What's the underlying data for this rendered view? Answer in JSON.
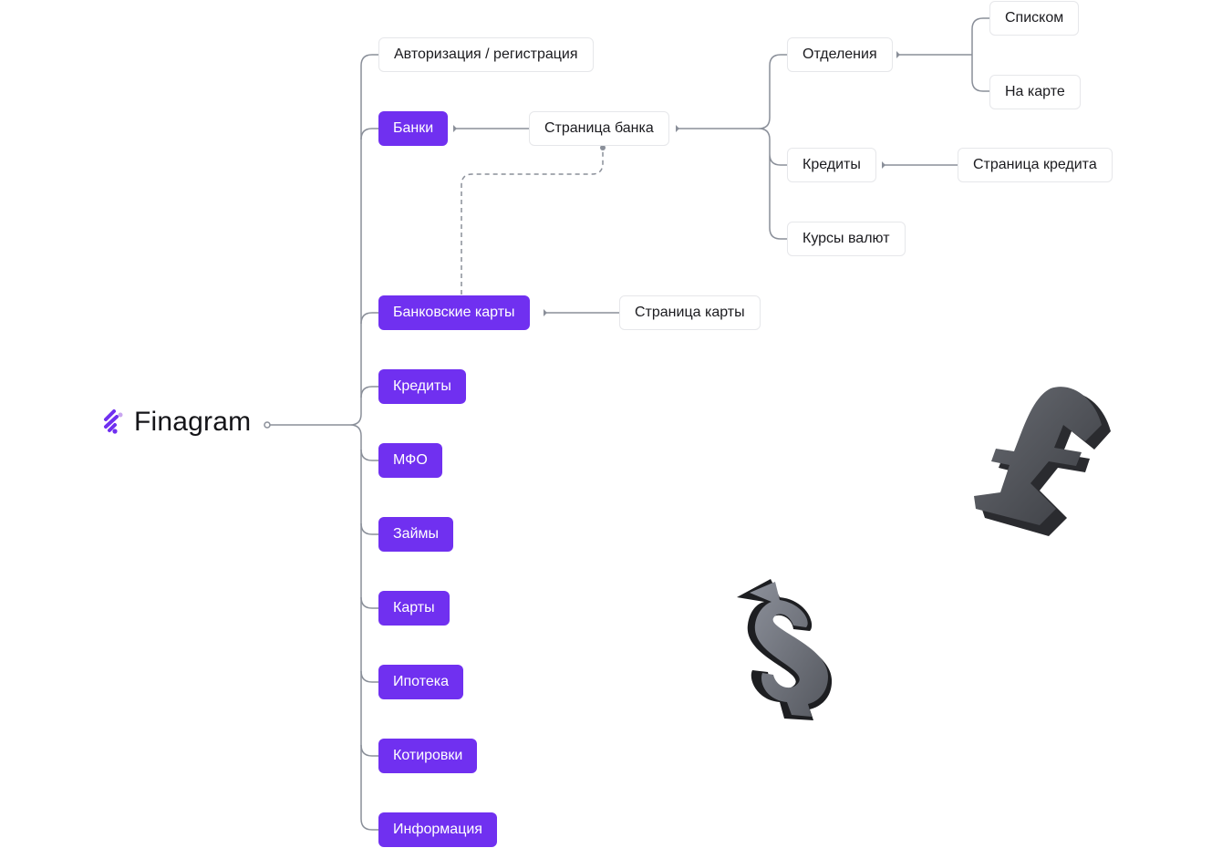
{
  "brand": {
    "name": "Finagram",
    "logo_icon": "finagram-logo-icon",
    "accent_color": "#7030f0",
    "logo_dot_color": "#c9a6f0"
  },
  "colors": {
    "primary_node_bg": "#7030f0",
    "secondary_node_border": "#e6e7ea",
    "connector": "#8a8f99"
  },
  "sitemap": {
    "root": "Finagram",
    "top_level": [
      {
        "id": "auth",
        "label": "Авторизация / регистрация",
        "style": "secondary"
      },
      {
        "id": "banks",
        "label": "Банки",
        "style": "primary"
      },
      {
        "id": "bank-cards",
        "label": "Банковские карты",
        "style": "primary"
      },
      {
        "id": "credits",
        "label": "Кредиты",
        "style": "primary"
      },
      {
        "id": "mfo",
        "label": "МФО",
        "style": "primary"
      },
      {
        "id": "loans",
        "label": "Займы",
        "style": "primary"
      },
      {
        "id": "cards",
        "label": "Карты",
        "style": "primary"
      },
      {
        "id": "mortgage",
        "label": "Ипотека",
        "style": "primary"
      },
      {
        "id": "quotes",
        "label": "Котировки",
        "style": "primary"
      },
      {
        "id": "info",
        "label": "Информация",
        "style": "primary"
      }
    ],
    "bank_page": {
      "label": "Страница банка",
      "children": [
        {
          "id": "branches",
          "label": "Отделения",
          "children": [
            {
              "id": "branches-list",
              "label": "Списком"
            },
            {
              "id": "branches-map",
              "label": "На карте"
            }
          ]
        },
        {
          "id": "bank-credits",
          "label": "Кредиты",
          "children": [
            {
              "id": "credit-page",
              "label": "Страница кредита"
            }
          ]
        },
        {
          "id": "exchange-rates",
          "label": "Курсы валют"
        }
      ]
    },
    "card_page": {
      "label": "Страница карты"
    },
    "dashed_link": {
      "from": "Банковские карты",
      "to": "Страница банка"
    }
  },
  "decorations": [
    {
      "name": "pound-sign-3d-icon",
      "glyph": "£"
    },
    {
      "name": "dollar-sign-3d-icon",
      "glyph": "$"
    }
  ]
}
